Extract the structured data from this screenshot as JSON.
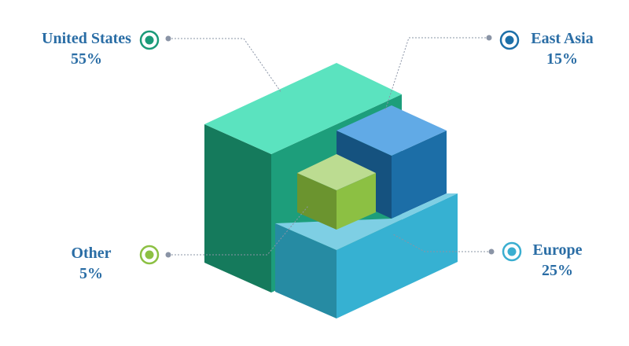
{
  "chart_data": {
    "type": "3d-block-share",
    "title": "",
    "unit": "%",
    "series": [
      {
        "key": "us",
        "name": "United States",
        "label": "United States",
        "value": 55,
        "value_label": "55%",
        "color": "#1a9a78",
        "marker_color": "#1a9a78"
      },
      {
        "key": "ea",
        "name": "East Asia",
        "label": "East Asia",
        "value": 15,
        "value_label": "15%",
        "color": "#1c6fa8",
        "marker_color": "#1c6fa8"
      },
      {
        "key": "eu",
        "name": "Europe",
        "label": "Europe",
        "value": 25,
        "value_label": "25%",
        "color": "#36b1d2",
        "marker_color": "#3aaed0"
      },
      {
        "key": "other",
        "name": "Other",
        "label": "Other",
        "value": 5,
        "value_label": "5%",
        "color": "#8cc043",
        "marker_color": "#8cc043"
      }
    ],
    "label_color": "#2a6da5",
    "leader_color": "#8a94a6"
  }
}
